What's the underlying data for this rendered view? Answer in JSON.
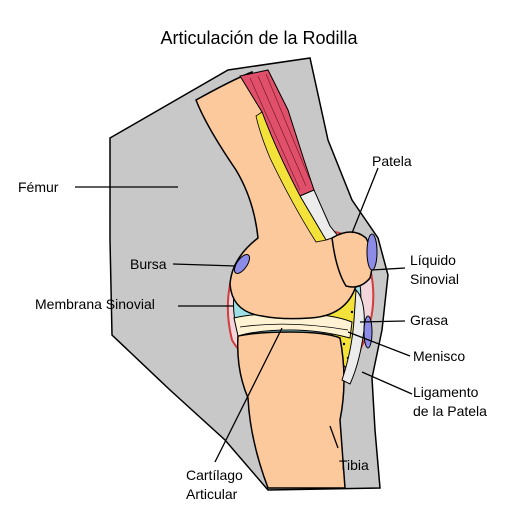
{
  "title": "Articulación de la Rodilla",
  "labels": {
    "femur": "Fémur",
    "patela": "Patela",
    "bursa": "Bursa",
    "liquido_line1": "Líquido",
    "liquido_line2": "Sinovial",
    "membrana": "Membrana Sinovial",
    "grasa": "Grasa",
    "menisco": "Menisco",
    "ligamento_line1": "Ligamento",
    "ligamento_line2": "de la Patela",
    "tibia": "Tibia",
    "cartilago_line1": "Cartílago",
    "cartilago_line2": "Articular"
  },
  "colors": {
    "skin": "#c8c8c8",
    "bone": "#fcc99c",
    "muscle": "#e0506a",
    "tendon": "#ececec",
    "fat": "#f2e23a",
    "fluid": "#9ee0e6",
    "cartilage": "#fff3d4",
    "bursa": "#8c8ce8",
    "membrane": "#d23c3c",
    "outline": "#000000"
  }
}
